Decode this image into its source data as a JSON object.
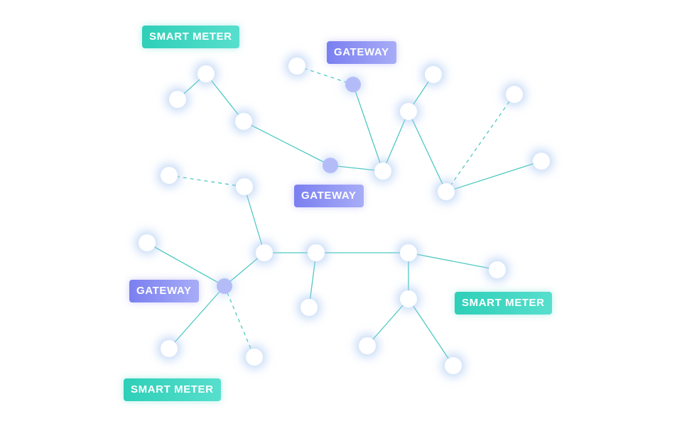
{
  "labels": {
    "meter_label": "SMART METER",
    "gateway_label": "GATEWAY"
  },
  "colors": {
    "link": "#4ec9c2",
    "node_fill": "#ffffff",
    "node_glow": "#a9c7f2",
    "gateway_fill": "#b4bcf8",
    "meter_tag": "#2ecfb8",
    "gateway_tag": "#7a7ff0"
  },
  "network": {
    "nodes": [
      {
        "id": "n1",
        "kind": "meter"
      },
      {
        "id": "n2",
        "kind": "meter"
      },
      {
        "id": "n3",
        "kind": "meter"
      },
      {
        "id": "n4",
        "kind": "meter"
      },
      {
        "id": "g1",
        "kind": "gateway"
      },
      {
        "id": "g2",
        "kind": "gateway"
      },
      {
        "id": "n5",
        "kind": "meter"
      },
      {
        "id": "n6",
        "kind": "meter"
      },
      {
        "id": "n7",
        "kind": "meter"
      },
      {
        "id": "n8",
        "kind": "meter"
      },
      {
        "id": "n9",
        "kind": "meter"
      },
      {
        "id": "n10",
        "kind": "meter"
      },
      {
        "id": "n11",
        "kind": "meter"
      },
      {
        "id": "n12",
        "kind": "meter"
      },
      {
        "id": "n13",
        "kind": "meter"
      },
      {
        "id": "n14",
        "kind": "meter"
      },
      {
        "id": "g3",
        "kind": "gateway"
      },
      {
        "id": "n15",
        "kind": "meter"
      },
      {
        "id": "n16",
        "kind": "meter"
      },
      {
        "id": "n17",
        "kind": "meter"
      },
      {
        "id": "n18",
        "kind": "meter"
      },
      {
        "id": "n19",
        "kind": "meter"
      },
      {
        "id": "n20",
        "kind": "meter"
      },
      {
        "id": "n21",
        "kind": "meter"
      },
      {
        "id": "n22",
        "kind": "meter"
      },
      {
        "id": "n23",
        "kind": "meter"
      }
    ],
    "links": [
      {
        "from": "n2",
        "to": "n1",
        "style": "solid"
      },
      {
        "from": "n1",
        "to": "n3",
        "style": "solid"
      },
      {
        "from": "n3",
        "to": "g2",
        "style": "solid"
      },
      {
        "from": "g2",
        "to": "n5",
        "style": "solid"
      },
      {
        "from": "n4",
        "to": "g1",
        "style": "dashed"
      },
      {
        "from": "g1",
        "to": "n5",
        "style": "solid"
      },
      {
        "from": "n5",
        "to": "n6",
        "style": "solid"
      },
      {
        "from": "n6",
        "to": "n7",
        "style": "solid"
      },
      {
        "from": "n6",
        "to": "n8",
        "style": "solid"
      },
      {
        "from": "n8",
        "to": "n9",
        "style": "dashed"
      },
      {
        "from": "n8",
        "to": "n10",
        "style": "solid"
      },
      {
        "from": "n11",
        "to": "n12",
        "style": "dashed"
      },
      {
        "from": "n12",
        "to": "n13",
        "style": "solid"
      },
      {
        "from": "n14",
        "to": "g3",
        "style": "solid"
      },
      {
        "from": "n13",
        "to": "g3",
        "style": "solid"
      },
      {
        "from": "g3",
        "to": "n15",
        "style": "solid"
      },
      {
        "from": "g3",
        "to": "n16",
        "style": "dashed"
      },
      {
        "from": "n13",
        "to": "n17",
        "style": "solid"
      },
      {
        "from": "n17",
        "to": "n18",
        "style": "solid"
      },
      {
        "from": "n17",
        "to": "n19",
        "style": "solid"
      },
      {
        "from": "n19",
        "to": "n20",
        "style": "solid"
      },
      {
        "from": "n19",
        "to": "n21",
        "style": "solid"
      },
      {
        "from": "n21",
        "to": "n22",
        "style": "solid"
      },
      {
        "from": "n21",
        "to": "n23",
        "style": "solid"
      }
    ],
    "tags": [
      {
        "kind": "meter"
      },
      {
        "kind": "gateway"
      },
      {
        "kind": "gateway"
      },
      {
        "kind": "gateway"
      },
      {
        "kind": "meter"
      },
      {
        "kind": "meter"
      }
    ]
  }
}
